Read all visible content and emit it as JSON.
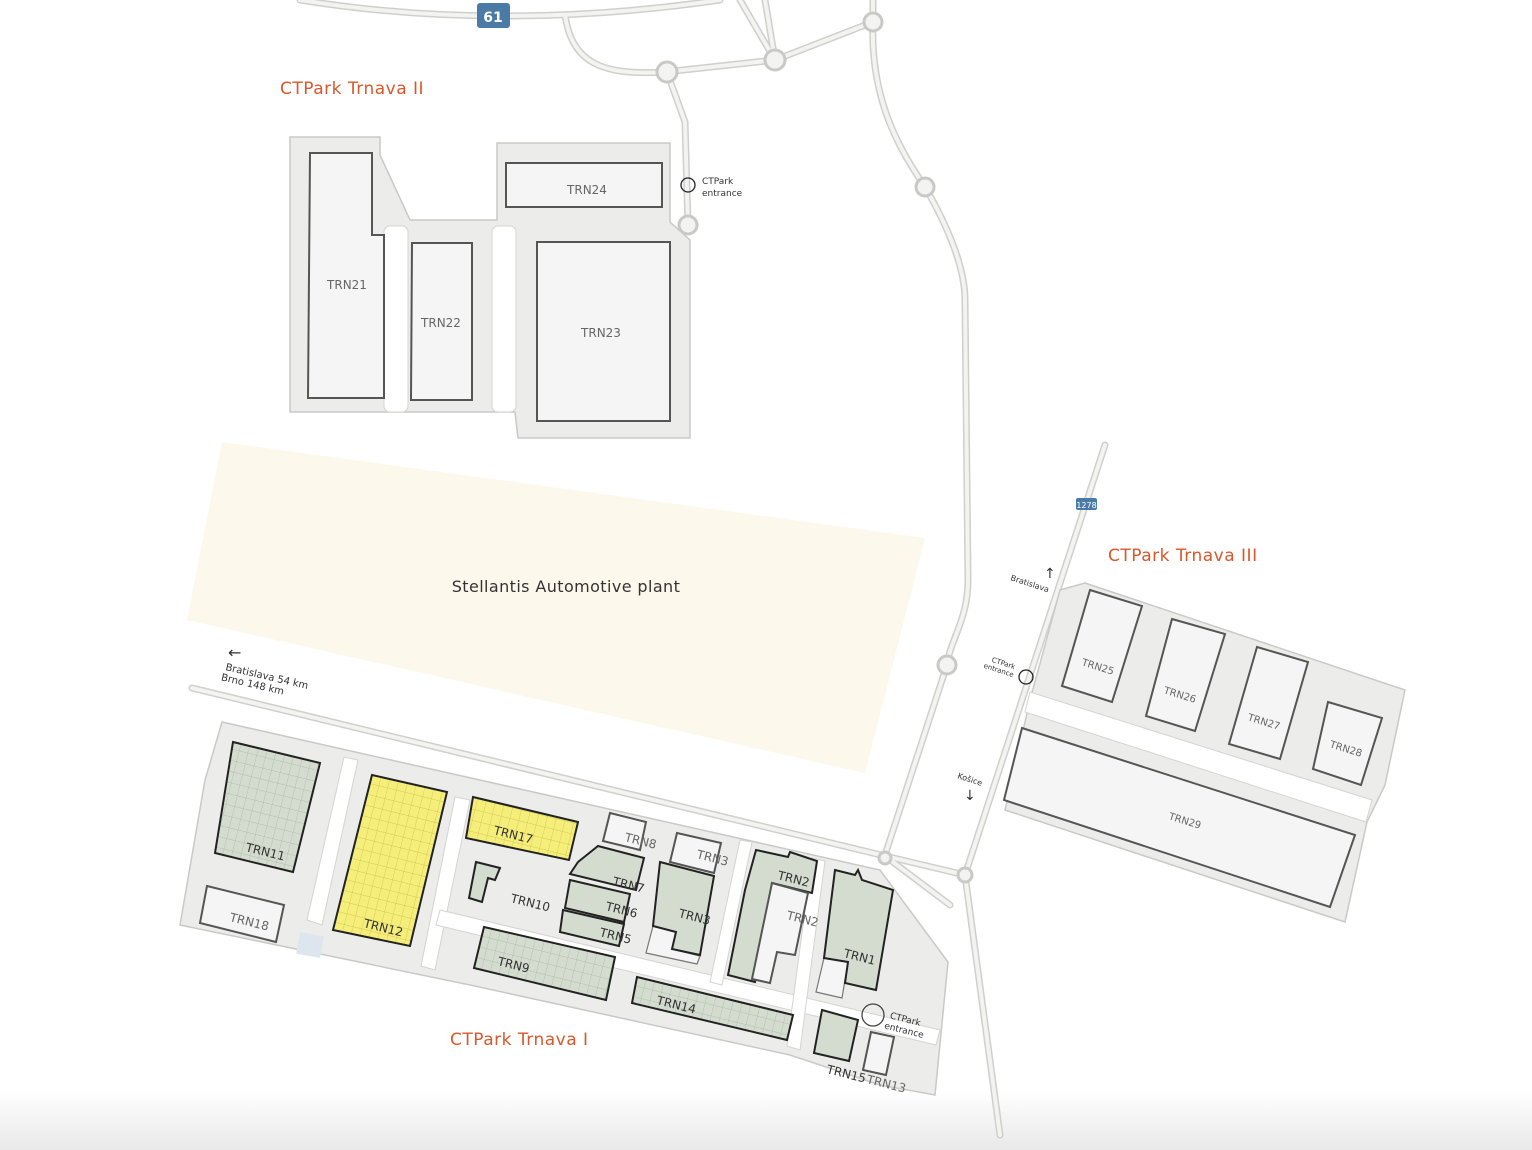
{
  "colors": {
    "accent_text": "#d9582b",
    "green_building": "#d4dccf",
    "yellow_building": "#f5ee7a",
    "white_building": "#f5f5f5",
    "plant_area": "#fdf8ec",
    "road_badge": "#4a7ba7"
  },
  "parks": {
    "trnava_1": "CTPark Trnava I",
    "trnava_2": "CTPark Trnava II",
    "trnava_3": "CTPark Trnava III"
  },
  "plant": "Stellantis Automotive plant",
  "roads": {
    "highway": "61",
    "road": "1278"
  },
  "directions": {
    "west_line1": "Bratislava 54 km",
    "west_line2": "Brno 148 km",
    "north": "Bratislava",
    "south": "Košice",
    "arrow_left": "←",
    "arrow_up": "↑",
    "arrow_down": "↓"
  },
  "entrances": {
    "line1": "CTPark",
    "line2": "entrance"
  },
  "buildings": {
    "trn21": {
      "label": "TRN21",
      "fill": "white"
    },
    "trn22": {
      "label": "TRN22",
      "fill": "white"
    },
    "trn23": {
      "label": "TRN23",
      "fill": "white"
    },
    "trn24": {
      "label": "TRN24",
      "fill": "white"
    },
    "trn25": {
      "label": "TRN25",
      "fill": "white"
    },
    "trn26": {
      "label": "TRN26",
      "fill": "white"
    },
    "trn27": {
      "label": "TRN27",
      "fill": "white"
    },
    "trn28": {
      "label": "TRN28",
      "fill": "white"
    },
    "trn29": {
      "label": "TRN29",
      "fill": "white"
    },
    "trn11": {
      "label": "TRN11",
      "fill": "green"
    },
    "trn18": {
      "label": "TRN18",
      "fill": "white"
    },
    "trn12": {
      "label": "TRN12",
      "fill": "yellow"
    },
    "trn17": {
      "label": "TRN17",
      "fill": "yellow"
    },
    "trn8": {
      "label": "TRN8",
      "fill": "white"
    },
    "trn7": {
      "label": "TRN7",
      "fill": "green"
    },
    "trn6": {
      "label": "TRN6",
      "fill": "green"
    },
    "trn5": {
      "label": "TRN5",
      "fill": "green"
    },
    "trn10": {
      "label": "TRN10",
      "fill": "green"
    },
    "trn3w": {
      "label": "TRN3",
      "fill": "white"
    },
    "trn3": {
      "label": "TRN3",
      "fill": "green"
    },
    "trn2": {
      "label": "TRN2",
      "fill": "green"
    },
    "trn2w": {
      "label": "TRN2",
      "fill": "white"
    },
    "trn1": {
      "label": "TRN1",
      "fill": "green"
    },
    "trn9": {
      "label": "TRN9",
      "fill": "green"
    },
    "trn14": {
      "label": "TRN14",
      "fill": "green"
    },
    "trn15": {
      "label": "TRN15",
      "fill": "green"
    },
    "trn13": {
      "label": "TRN13",
      "fill": "white"
    }
  }
}
